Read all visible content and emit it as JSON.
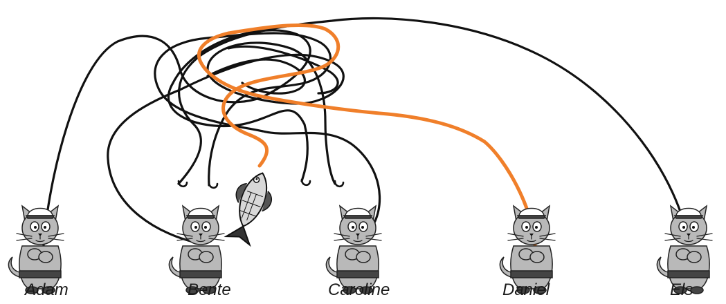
{
  "people": [
    {
      "id": "adam",
      "name": "Adam"
    },
    {
      "id": "bente",
      "name": "Bente"
    },
    {
      "id": "caroline",
      "name": "Caroline"
    },
    {
      "id": "daniel",
      "name": "Daniel"
    },
    {
      "id": "els",
      "name": "Els"
    }
  ],
  "highlight_color": "#f07f2a",
  "line_color": "#111111",
  "icons": [
    "cat-fisher-icon",
    "fish-icon",
    "hook-icon"
  ]
}
